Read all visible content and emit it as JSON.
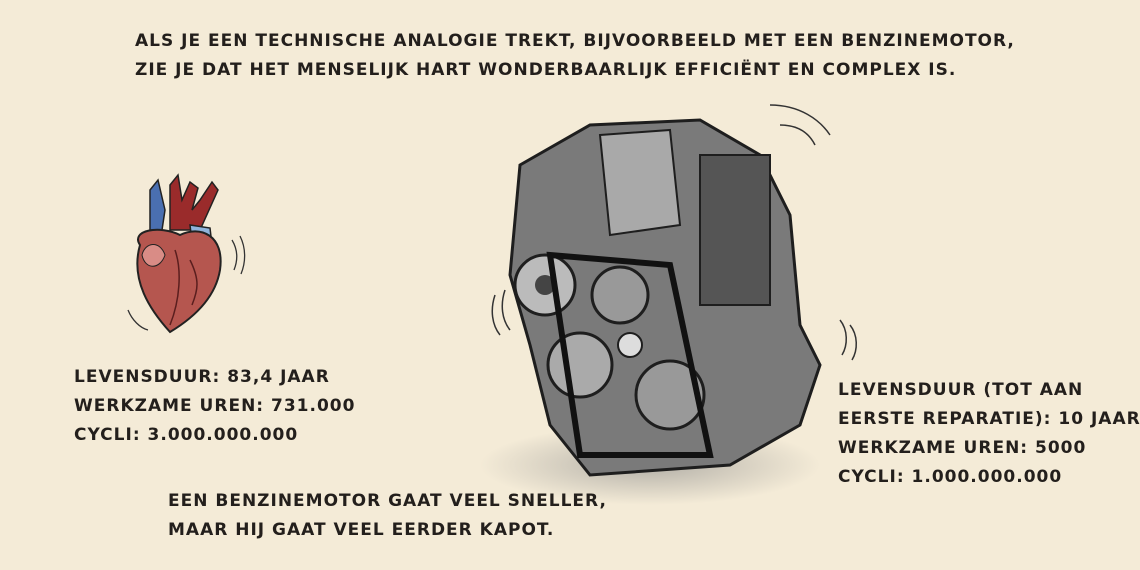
{
  "intro": {
    "line1": "Als je een technische analogie trekt, bijvoorbeeld met een benzinemotor,",
    "line2": "zie je dat het menselijk hart wonderbaarlijk efficiënt en complex is."
  },
  "heart": {
    "lifespan": "Levensduur: 83,4 jaar",
    "hours": "Werkzame uren: 731.000",
    "cycles": "Cycli: 3.000.000.000"
  },
  "engine": {
    "lifespan1": "Levensduur (tot aan",
    "lifespan2": "eerste reparatie): 10 jaar",
    "hours": "Werkzame uren: 5000",
    "cycles": "Cycli: 1.000.000.000"
  },
  "conclusion": {
    "line1": "Een benzinemotor gaat veel sneller,",
    "line2": "maar hij gaat veel eerder kapot."
  },
  "colors": {
    "background": "#f4ebd7",
    "heart": "#b5564f",
    "artery_red": "#9a2b2b",
    "vein_blue": "#4a6fb0",
    "engine": "#6b6b6b"
  }
}
